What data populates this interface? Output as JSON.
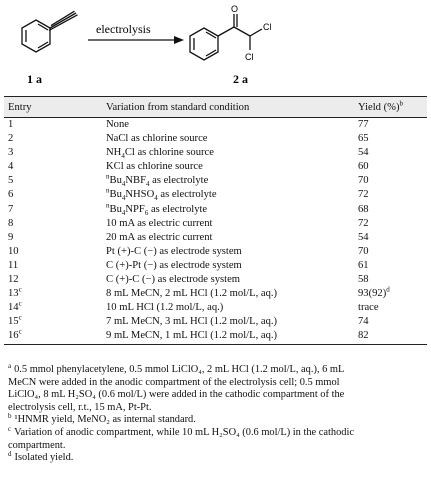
{
  "scheme": {
    "arrow_label": "electrolysis",
    "reactant_label": "1 a",
    "product_label": "2 a",
    "atom_o": "O",
    "atom_cl1": "Cl",
    "atom_cl2": "Cl"
  },
  "table": {
    "headers": {
      "entry": "Entry",
      "variation": "Variation from standard condition",
      "yield": "Yield (%)",
      "yield_note": "b"
    },
    "rows": [
      {
        "entry": "1",
        "entry_note": "",
        "pre": "None",
        "sub": "",
        "mid": "",
        "sub2": "",
        "post": "",
        "y": "77",
        "y_note": "",
        "y_tail": ""
      },
      {
        "entry": "2",
        "entry_note": "",
        "pre": "NaCl as chlorine source",
        "sub": "",
        "mid": "",
        "sub2": "",
        "post": "",
        "y": "65",
        "y_note": "",
        "y_tail": ""
      },
      {
        "entry": "3",
        "entry_note": "",
        "pre": "NH",
        "sub": "4",
        "mid": "Cl as chlorine source",
        "sub2": "",
        "post": "",
        "y": "54",
        "y_note": "",
        "y_tail": ""
      },
      {
        "entry": "4",
        "entry_note": "",
        "pre": "KCl as chlorine source",
        "sub": "",
        "mid": "",
        "sub2": "",
        "post": "",
        "y": "60",
        "y_note": "",
        "y_tail": ""
      },
      {
        "entry": "5",
        "entry_note": "",
        "sup": "n",
        "pre": "Bu",
        "sub": "4",
        "mid": "NBF",
        "sub2": "4",
        "post": " as electrolyte",
        "y": "70",
        "y_note": "",
        "y_tail": ""
      },
      {
        "entry": "6",
        "entry_note": "",
        "sup": "n",
        "pre": "Bu",
        "sub": "4",
        "mid": "NHSO",
        "sub2": "4",
        "post": " as electrolyte",
        "y": "72",
        "y_note": "",
        "y_tail": ""
      },
      {
        "entry": "7",
        "entry_note": "",
        "sup": "n",
        "pre": "Bu",
        "sub": "4",
        "mid": "NPF",
        "sub2": "6",
        "post": " as electrolyte",
        "y": "68",
        "y_note": "",
        "y_tail": ""
      },
      {
        "entry": "8",
        "entry_note": "",
        "pre": "10 mA as electric current",
        "sub": "",
        "mid": "",
        "sub2": "",
        "post": "",
        "y": "72",
        "y_note": "",
        "y_tail": ""
      },
      {
        "entry": "9",
        "entry_note": "",
        "pre": "20 mA as electric current",
        "sub": "",
        "mid": "",
        "sub2": "",
        "post": "",
        "y": "54",
        "y_note": "",
        "y_tail": ""
      },
      {
        "entry": "10",
        "entry_note": "",
        "pre": "Pt (+)-C (−) as electrode system",
        "sub": "",
        "mid": "",
        "sub2": "",
        "post": "",
        "y": "70",
        "y_note": "",
        "y_tail": ""
      },
      {
        "entry": "11",
        "entry_note": "",
        "pre": "C (+)-Pt (−) as electrode system",
        "sub": "",
        "mid": "",
        "sub2": "",
        "post": "",
        "y": "61",
        "y_note": "",
        "y_tail": ""
      },
      {
        "entry": "12",
        "entry_note": "",
        "pre": "C (+)-C (−) as electrode system",
        "sub": "",
        "mid": "",
        "sub2": "",
        "post": "",
        "y": "58",
        "y_note": "",
        "y_tail": ""
      },
      {
        "entry": "13",
        "entry_note": "c",
        "pre": "8 mL MeCN, 2 mL HCl (1.2 mol/L, aq.)",
        "sub": "",
        "mid": "",
        "sub2": "",
        "post": "",
        "y": "93(92)",
        "y_note": "d",
        "y_tail": ""
      },
      {
        "entry": "14",
        "entry_note": "c",
        "pre": "10 mL HCl (1.2 mol/L, aq.)",
        "sub": "",
        "mid": "",
        "sub2": "",
        "post": "",
        "y": "trace",
        "y_note": "",
        "y_tail": ""
      },
      {
        "entry": "15",
        "entry_note": "c",
        "pre": "7 mL MeCN, 3 mL HCl (1.2 mol/L, aq.)",
        "sub": "",
        "mid": "",
        "sub2": "",
        "post": "",
        "y": "74",
        "y_note": "",
        "y_tail": ""
      },
      {
        "entry": "16",
        "entry_note": "c",
        "pre": "9 mL MeCN, 1 mL HCl (1.2 mol/L, aq.)",
        "sub": "",
        "mid": "",
        "sub2": "",
        "post": "",
        "y": "82",
        "y_note": "",
        "y_tail": ""
      }
    ]
  },
  "footnotes": {
    "a_mark": "a",
    "a_lines": [
      "0.5 mmol phenylacetylene, 0.5 mmol LiClO₄, 2 mL HCl (1.2 mol/L, aq.), 6 mL",
      "MeCN were added in the anodic compartment of the electrolysis cell; 0.5 mmol",
      "LiClO₄, 8 mL H₂SO₄ (0.6 mol/L) were added in the cathodic compartment of the",
      "electrolysis cell, r.t., 15 mA, Pt-Pt."
    ],
    "b_mark": "b",
    "b_text": "¹HNMR yield, MeNO₂ as internal standard.",
    "c_mark": "c",
    "c_lines": [
      "Variation of anodic compartment, while 10 mL H₂SO₄ (0.6 mol/L) in the cathodic",
      "compartment."
    ],
    "d_mark": "d",
    "d_text": "Isolated yield."
  }
}
